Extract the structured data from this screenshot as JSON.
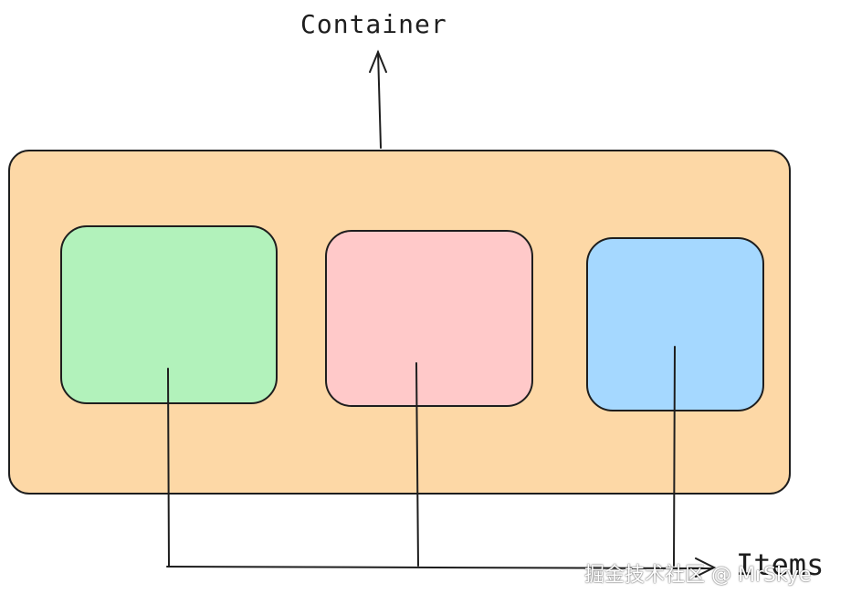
{
  "labels": {
    "container": "Container",
    "items": "Items"
  },
  "watermark": "掘金技术社区 @ MrSkye",
  "colors": {
    "container_fill": "#fdd8a6",
    "item1_fill": "#b2f2bb",
    "item2_fill": "#ffc9c9",
    "item3_fill": "#a5d8ff",
    "stroke": "#1e1e1e"
  },
  "icons": {
    "container_arrow": "arrow-up-icon",
    "items_arrow": "arrow-right-icon"
  }
}
